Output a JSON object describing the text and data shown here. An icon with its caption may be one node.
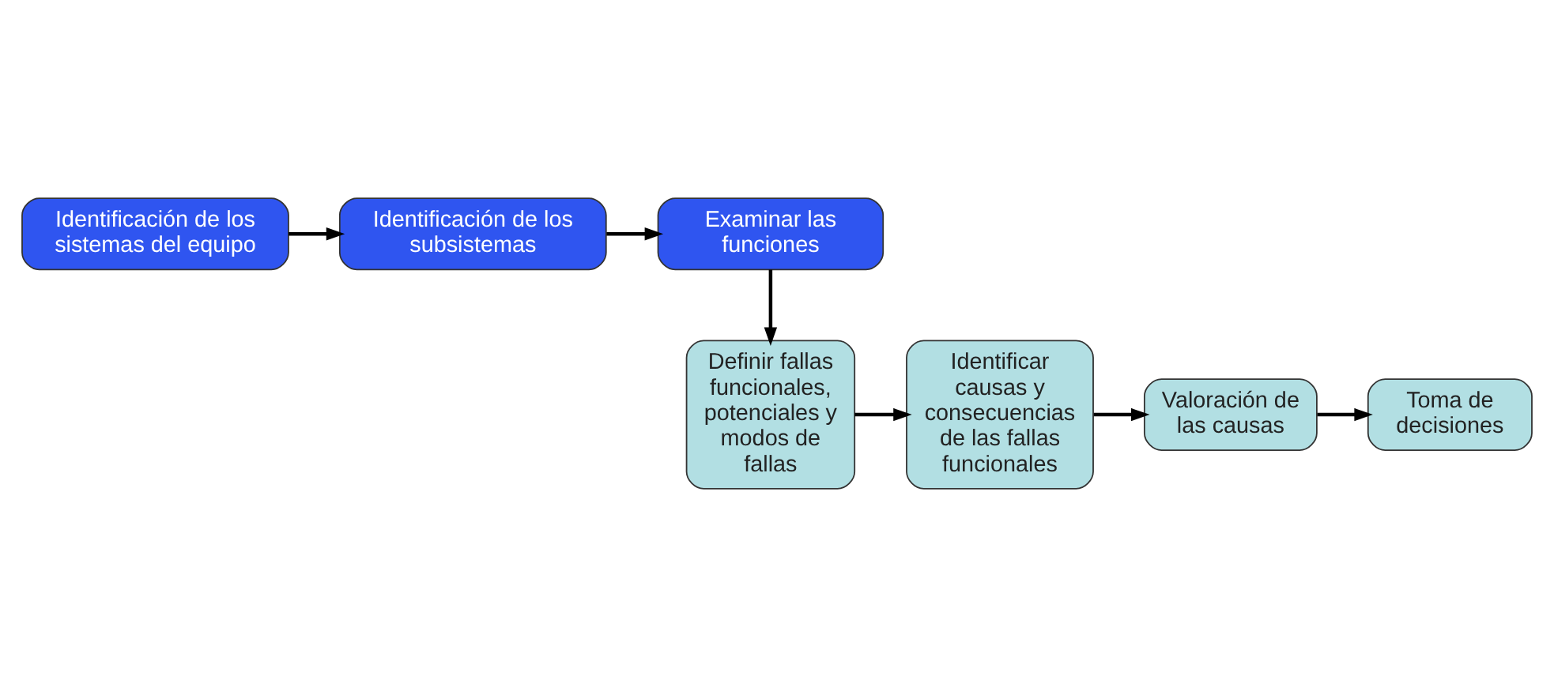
{
  "diagram": {
    "nodes": [
      {
        "text": [
          "Identificación de los sistemas del equipo"
        ]
      },
      {
        "text": [
          "Identificación de los subsistemas"
        ]
      },
      {
        "text": [
          "Examinar las funciones"
        ]
      },
      {
        "text": [
          "Definir fallas funcionales, potenciales y modos de fallas"
        ]
      },
      {
        "text": [
          "Identificar causas y consecuencias de las fallas funcionales"
        ]
      },
      {
        "text": [
          "Valoración de las causas"
        ]
      },
      {
        "text": [
          "Toma de decisiones"
        ]
      }
    ],
    "edges": [
      {
        "from": 0,
        "to": 1,
        "arrow": "to"
      },
      {
        "from": 1,
        "to": 2,
        "arrow": "to"
      },
      {
        "from": 2,
        "to": 3,
        "arrow": "to"
      },
      {
        "from": 3,
        "to": 4,
        "arrow": "to"
      },
      {
        "from": 4,
        "to": 5,
        "arrow": "to"
      },
      {
        "from": 5,
        "to": 6,
        "arrow": "to"
      }
    ]
  }
}
